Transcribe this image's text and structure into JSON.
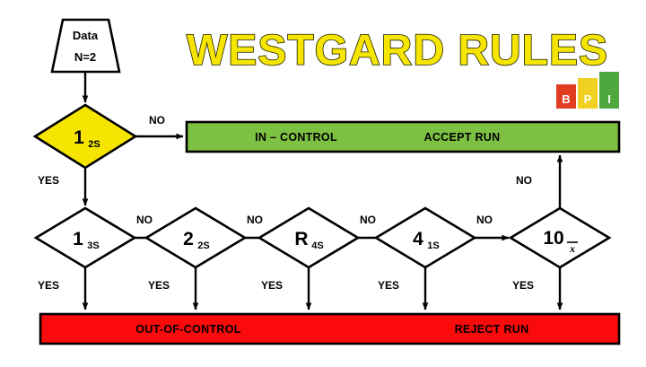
{
  "title": "WESTGARD RULES",
  "logo": {
    "name": "bpi-logo",
    "letters": [
      "B",
      "P",
      "I"
    ],
    "bar_colors": [
      "#E03C20",
      "#F0D020",
      "#4FA83D"
    ]
  },
  "colors": {
    "yellow": "#F5E500",
    "green": "#7DC142",
    "red": "#FA0A0A",
    "outline": "#000000",
    "title_fill": "#F5E500",
    "title_stroke": "#1a1a00"
  },
  "start_node": {
    "name": "data-node",
    "line1": "Data",
    "line2": "N=2",
    "shape": "trapezoid"
  },
  "first_rule": {
    "name": "rule-1-2s",
    "main": "1",
    "sub": "2S",
    "fill": "#F5E500",
    "no_label": "NO",
    "yes_label": "YES"
  },
  "rules": [
    {
      "name": "rule-1-3s",
      "main": "1",
      "sub": "3S",
      "sub_style": "plain",
      "no_label": "NO",
      "yes_label": "YES"
    },
    {
      "name": "rule-2-2s",
      "main": "2",
      "sub": "2S",
      "sub_style": "plain",
      "no_label": "NO",
      "yes_label": "YES"
    },
    {
      "name": "rule-r-4s",
      "main": "R",
      "sub": "4S",
      "sub_style": "plain",
      "no_label": "NO",
      "yes_label": "YES"
    },
    {
      "name": "rule-4-1s",
      "main": "4",
      "sub": "1S",
      "sub_style": "plain",
      "no_label": "NO",
      "yes_label": "YES"
    },
    {
      "name": "rule-10-x",
      "main": "10",
      "sub": "x",
      "sub_style": "xbar",
      "no_label": "NO",
      "yes_label": "YES"
    }
  ],
  "accept_bar": {
    "name": "in-control-bar",
    "left_text": "IN – CONTROL",
    "right_text": "ACCEPT RUN",
    "fill": "#7DC142"
  },
  "reject_bar": {
    "name": "out-of-control-bar",
    "left_text": "OUT-OF-CONTROL",
    "right_text": "REJECT RUN",
    "fill": "#FA0A0A"
  }
}
